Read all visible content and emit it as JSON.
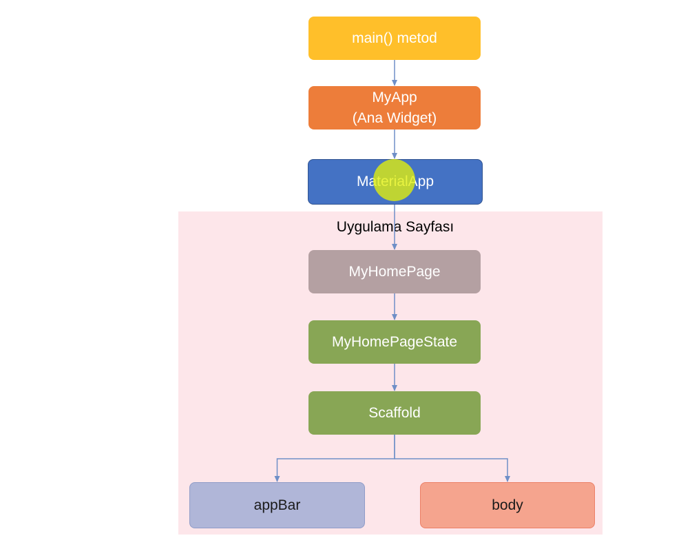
{
  "diagram": {
    "region_title": "Uygulama Sayfası",
    "nodes": [
      {
        "id": "main",
        "lines": [
          "main() metod"
        ],
        "fill": "#ffbf2a",
        "border": "#ffbf2a",
        "text_color": "#ffffff"
      },
      {
        "id": "myapp",
        "lines": [
          "MyApp",
          "(Ana Widget)"
        ],
        "fill": "#ed7d3a",
        "border": "#ed7d3a",
        "text_color": "#ffffff"
      },
      {
        "id": "materialapp",
        "lines": [
          "MaterialApp"
        ],
        "fill": "#4472c4",
        "border": "#2f528f",
        "text_color": "#ffffff"
      },
      {
        "id": "myhomepage",
        "lines": [
          "MyHomePage"
        ],
        "fill": "#b4a0a2",
        "border": "#b4a0a2",
        "text_color": "#ffffff"
      },
      {
        "id": "myhomepagestate",
        "lines": [
          "MyHomePageState"
        ],
        "fill": "#88a655",
        "border": "#88a655",
        "text_color": "#ffffff"
      },
      {
        "id": "scaffold",
        "lines": [
          "Scaffold"
        ],
        "fill": "#88a655",
        "border": "#88a655",
        "text_color": "#ffffff"
      },
      {
        "id": "appbar",
        "lines": [
          "appBar"
        ],
        "fill": "#b0b6d8",
        "border": "#8f9cc8",
        "text_color": "#1a1a1a"
      },
      {
        "id": "body",
        "lines": [
          "body"
        ],
        "fill": "#f5a48e",
        "border": "#ec7f66",
        "text_color": "#1a1a1a"
      }
    ],
    "edges": [
      {
        "from": "main",
        "to": "myapp"
      },
      {
        "from": "myapp",
        "to": "materialapp"
      },
      {
        "from": "materialapp",
        "to": "myhomepage"
      },
      {
        "from": "myhomepage",
        "to": "myhomepagestate"
      },
      {
        "from": "myhomepagestate",
        "to": "scaffold"
      },
      {
        "from": "scaffold",
        "to": "appbar"
      },
      {
        "from": "scaffold",
        "to": "body"
      }
    ],
    "colors": {
      "edge": "#6f8fc7",
      "region": "#fde6ea",
      "cursor_highlight": "#e1f00a"
    }
  }
}
